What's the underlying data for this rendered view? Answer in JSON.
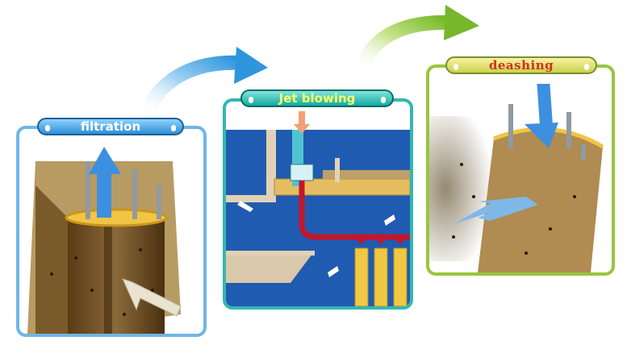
{
  "steps": [
    {
      "label": "filtration"
    },
    {
      "label": "Jet blowing"
    },
    {
      "label": "deashing"
    }
  ],
  "colors": {
    "filtration_frame": "#6fb6e6",
    "jet_frame": "#33b7b0",
    "deashing_frame": "#98c63e",
    "filtration_label": "#ffffff",
    "jet_label": "#ffff66",
    "deashing_label": "#d23020",
    "arrow_blue": "#3aa0e0",
    "arrow_green": "#8cc63f",
    "chamber_blue": "#1f5bb0"
  }
}
